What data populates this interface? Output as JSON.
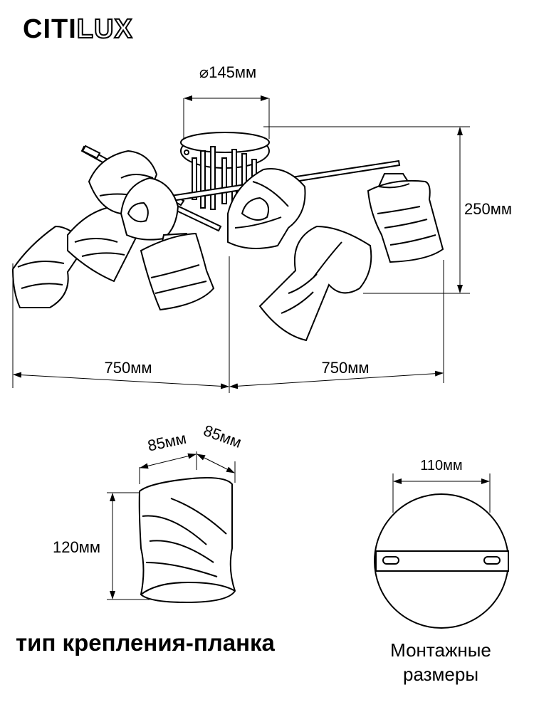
{
  "brand": {
    "part1": "CITI",
    "part2": "LUX"
  },
  "dimensions": {
    "top_diameter": "⌀145мм",
    "height": "250мм",
    "width_left": "750мм",
    "width_right": "750мм",
    "shade_width_1": "85мм",
    "shade_width_2": "85мм",
    "shade_height": "120мм",
    "plate_width": "110мм"
  },
  "captions": {
    "mount_type": "тип крепления-планка",
    "mount_dims_line1": "Монтажные",
    "mount_dims_line2": "размеры"
  }
}
